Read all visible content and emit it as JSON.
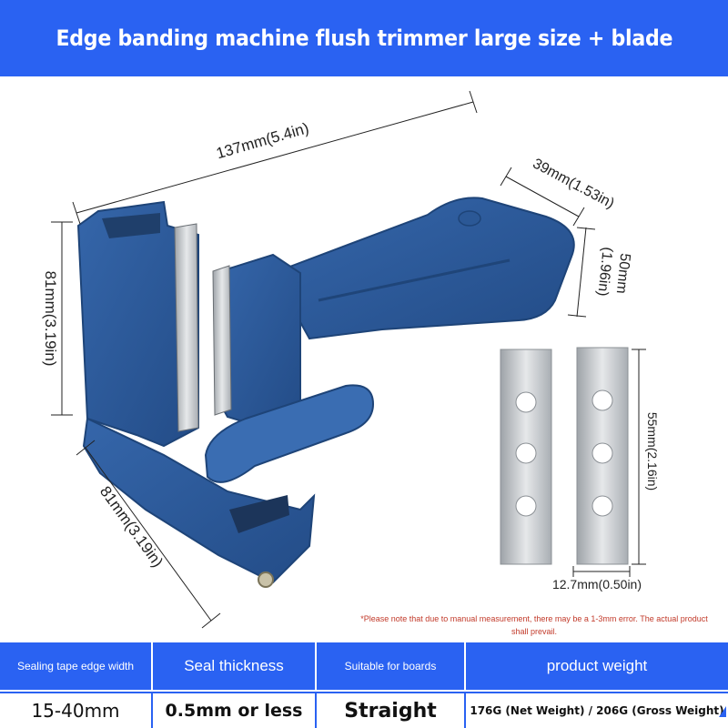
{
  "header": {
    "title": "Edge banding machine flush trimmer large size + blade"
  },
  "dimensions": {
    "length": "137mm(5.4in)",
    "height": "81mm(3.19in)",
    "depth": "81mm(3.19in)",
    "handle_width": "39mm(1.53in)",
    "handle_height_mm": "50mm",
    "handle_height_in": "(1.96in)",
    "blade_length": "55mm(2.16in)",
    "blade_width": "12.7mm(0.50in)"
  },
  "note": {
    "text": "*Please note that due to manual measurement, there may be a 1-3mm error. The actual product shall prevail."
  },
  "specs": {
    "headers": [
      "Sealing tape edge width",
      "Seal thickness",
      "Suitable for boards",
      "product weight"
    ],
    "values": [
      "15-40mm",
      "0.5mm or less",
      "Straight",
      "176G (Net Weight) / 206G (Gross Weight)"
    ]
  },
  "colors": {
    "brand_blue": "#2a62f2",
    "product_blue": "#2c5a9c",
    "note_red": "#c23a2a"
  }
}
